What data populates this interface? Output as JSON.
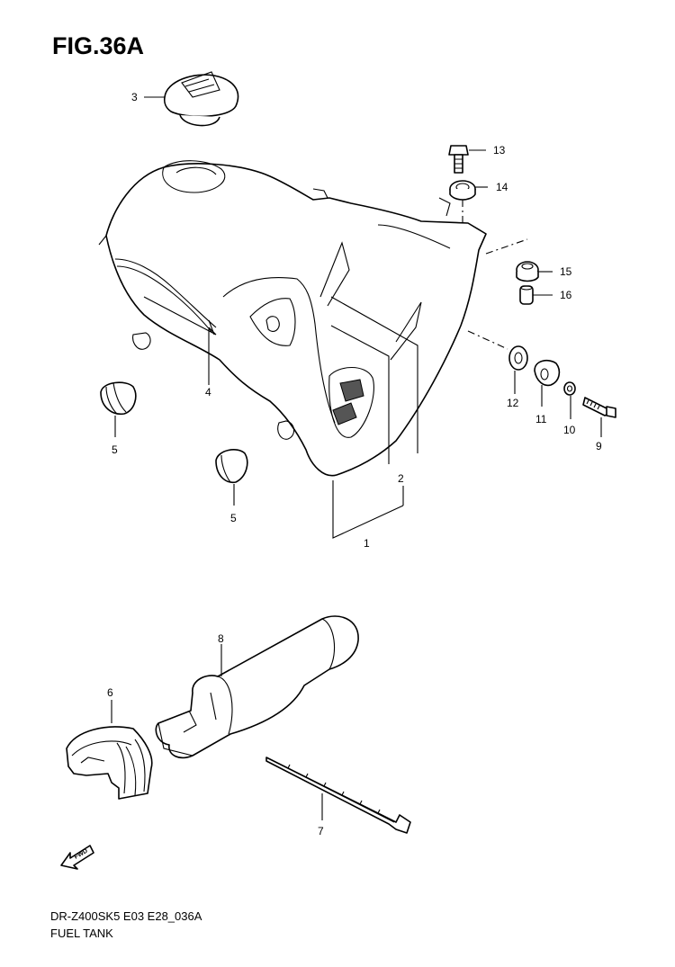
{
  "figure": {
    "title": "FIG.36A",
    "code": "DR-Z400SK5 E03 E28_036A",
    "name": "FUEL TANK"
  },
  "fwd_label": "FWD",
  "callouts": {
    "c1": "1",
    "c2": "2",
    "c3": "3",
    "c4": "4",
    "c5a": "5",
    "c5b": "5",
    "c6": "6",
    "c7": "7",
    "c8": "8",
    "c9": "9",
    "c10": "10",
    "c11": "11",
    "c12": "12",
    "c13": "13",
    "c14": "14",
    "c15": "15",
    "c16": "16"
  }
}
